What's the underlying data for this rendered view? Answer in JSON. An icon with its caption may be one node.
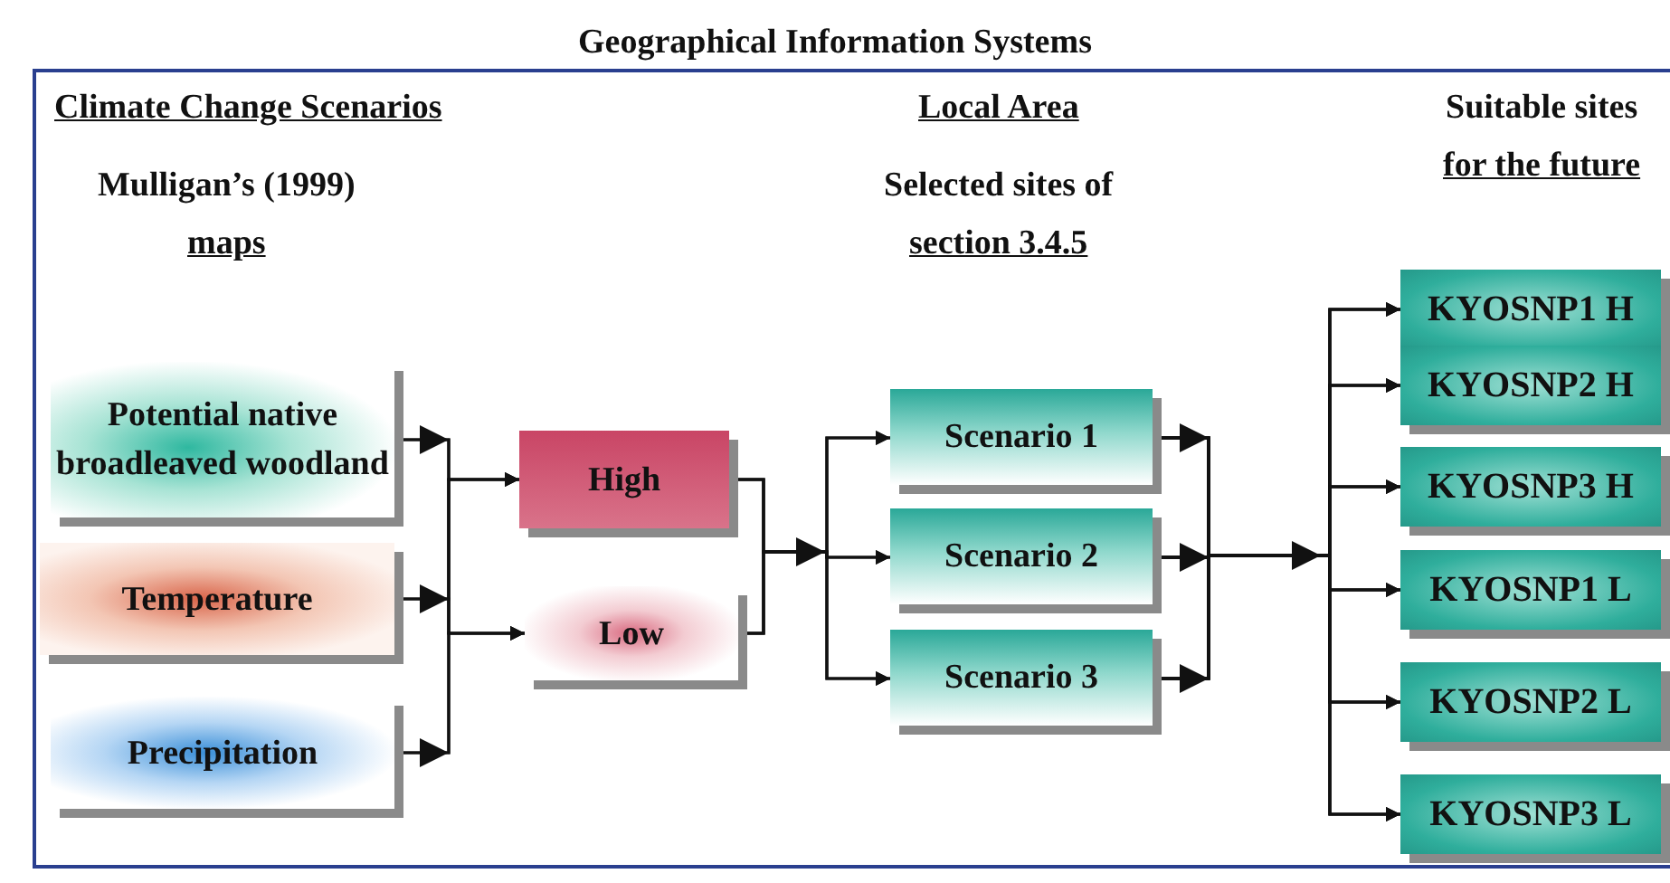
{
  "diagram": {
    "title": "Geographical Information Systems",
    "nodes": [
      {
        "text": [
          "Potential native broadleaved woodland"
        ]
      },
      {
        "text": [
          "Temperature"
        ]
      },
      {
        "text": [
          "Precipitation"
        ]
      },
      {
        "text": [
          "High"
        ]
      },
      {
        "text": [
          "Low"
        ]
      },
      {
        "text": [
          "Scenario 1"
        ]
      },
      {
        "text": [
          "Scenario 2"
        ]
      },
      {
        "text": [
          "Scenario 3"
        ]
      },
      {
        "text": [
          "KYOSNP1 H"
        ]
      },
      {
        "text": [
          "KYOSNP2 H"
        ]
      },
      {
        "text": [
          "KYOSNP3 H"
        ]
      },
      {
        "text": [
          "KYOSNP1 L"
        ]
      },
      {
        "text": [
          "KYOSNP2 L"
        ]
      },
      {
        "text": [
          "KYOSNP3 L"
        ]
      }
    ],
    "edges": [
      {
        "from": 0,
        "to": 3,
        "arrow": "to"
      },
      {
        "from": 0,
        "to": 4,
        "arrow": "to"
      },
      {
        "from": 1,
        "to": 3,
        "arrow": "to"
      },
      {
        "from": 1,
        "to": 4,
        "arrow": "to"
      },
      {
        "from": 2,
        "to": 3,
        "arrow": "to"
      },
      {
        "from": 2,
        "to": 4,
        "arrow": "to"
      },
      {
        "from": 3,
        "to": 5,
        "arrow": "to"
      },
      {
        "from": 3,
        "to": 6,
        "arrow": "to"
      },
      {
        "from": 3,
        "to": 7,
        "arrow": "to"
      },
      {
        "from": 4,
        "to": 5,
        "arrow": "to"
      },
      {
        "from": 4,
        "to": 6,
        "arrow": "to"
      },
      {
        "from": 4,
        "to": 7,
        "arrow": "to"
      },
      {
        "from": 5,
        "to": 8,
        "arrow": "to"
      },
      {
        "from": 5,
        "to": 9,
        "arrow": "to"
      },
      {
        "from": 5,
        "to": 10,
        "arrow": "to"
      },
      {
        "from": 5,
        "to": 11,
        "arrow": "to"
      },
      {
        "from": 5,
        "to": 12,
        "arrow": "to"
      },
      {
        "from": 5,
        "to": 13,
        "arrow": "to"
      },
      {
        "from": 6,
        "to": 8,
        "arrow": "to"
      },
      {
        "from": 6,
        "to": 9,
        "arrow": "to"
      },
      {
        "from": 6,
        "to": 10,
        "arrow": "to"
      },
      {
        "from": 6,
        "to": 11,
        "arrow": "to"
      },
      {
        "from": 6,
        "to": 12,
        "arrow": "to"
      },
      {
        "from": 6,
        "to": 13,
        "arrow": "to"
      },
      {
        "from": 7,
        "to": 8,
        "arrow": "to"
      },
      {
        "from": 7,
        "to": 9,
        "arrow": "to"
      },
      {
        "from": 7,
        "to": 10,
        "arrow": "to"
      },
      {
        "from": 7,
        "to": 11,
        "arrow": "to"
      },
      {
        "from": 7,
        "to": 12,
        "arrow": "to"
      },
      {
        "from": 7,
        "to": 13,
        "arrow": "to"
      }
    ],
    "labels": [
      "Climate Change Scenarios",
      "Local Area",
      "Suitable sites",
      "Mulligan’s (1999)",
      "for the future",
      "Selected sites of",
      "maps",
      "section 3.4.5"
    ]
  }
}
